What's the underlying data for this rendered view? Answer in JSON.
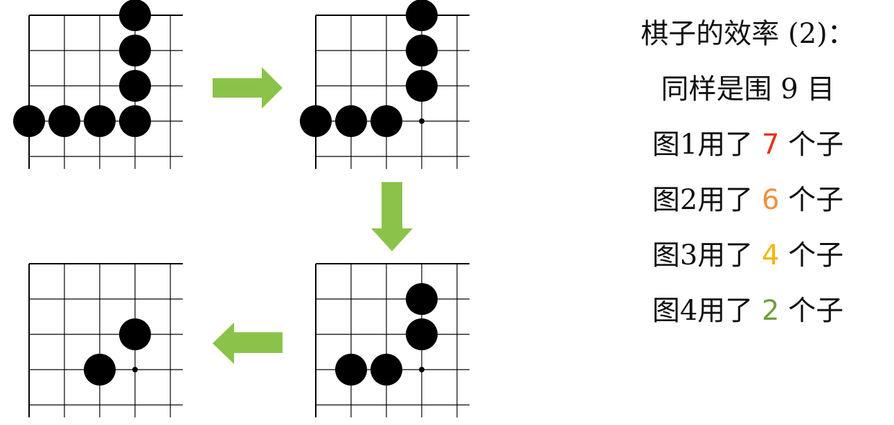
{
  "title": "棋子的效率 (2)：",
  "subtitle": "同样是围 9 目",
  "rows": [
    {
      "prefix": "图1用了 ",
      "count": "7",
      "suffix": " 个子",
      "color": "#e8321e"
    },
    {
      "prefix": "图2用了 ",
      "count": "6",
      "suffix": " 个子",
      "color": "#f0913a"
    },
    {
      "prefix": "图3用了 ",
      "count": "4",
      "suffix": " 个子",
      "color": "#f5b400"
    },
    {
      "prefix": "图4用了 ",
      "count": "2",
      "suffix": " 个子",
      "color": "#6ea03c"
    }
  ],
  "colors": {
    "arrow": "#8bc34a",
    "stone": "#000000",
    "grid": "#000000"
  },
  "boards": [
    {
      "name": "diagram-1",
      "stones": [
        [
          3,
          0
        ],
        [
          3,
          1
        ],
        [
          3,
          2
        ],
        [
          3,
          3
        ],
        [
          0,
          3
        ],
        [
          1,
          3
        ],
        [
          2,
          3
        ]
      ],
      "dots": []
    },
    {
      "name": "diagram-2",
      "stones": [
        [
          3,
          0
        ],
        [
          3,
          1
        ],
        [
          3,
          2
        ],
        [
          0,
          3
        ],
        [
          1,
          3
        ],
        [
          2,
          3
        ]
      ],
      "dots": [
        [
          3,
          3
        ]
      ]
    },
    {
      "name": "diagram-3",
      "stones": [
        [
          3,
          1
        ],
        [
          3,
          2
        ],
        [
          1,
          3
        ],
        [
          2,
          3
        ]
      ],
      "dots": [
        [
          3,
          3
        ]
      ]
    },
    {
      "name": "diagram-4",
      "stones": [
        [
          3,
          2
        ],
        [
          2,
          3
        ]
      ],
      "dots": [
        [
          3,
          3
        ]
      ]
    }
  ]
}
